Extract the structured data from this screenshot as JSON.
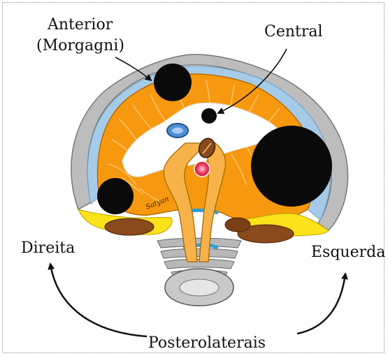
{
  "labels": {
    "anterior_line1": "Anterior",
    "anterior_line2": "(Morgagni)",
    "central": "Central",
    "right": "Direita",
    "left": "Esquerda",
    "posterolateral": "Posterolaterais",
    "artist_signature": "Satyan"
  },
  "colors": {
    "diaphragm_muscle": "#f7990f",
    "central_tendon": "#ffffff",
    "rib_cartilage": "#a6cbe8",
    "rib_outline": "#9a9a9a",
    "hernia_defect": "#0a0a0a",
    "crus_fill": "#f7b24a",
    "vertebra": "#b8b8b8",
    "lumbocostal_yellow": "#fbe21a",
    "kidney_brown": "#8a4a1c",
    "aorta_blue": "#2e9fd3",
    "ivc_blue": "#4e8fd6"
  }
}
